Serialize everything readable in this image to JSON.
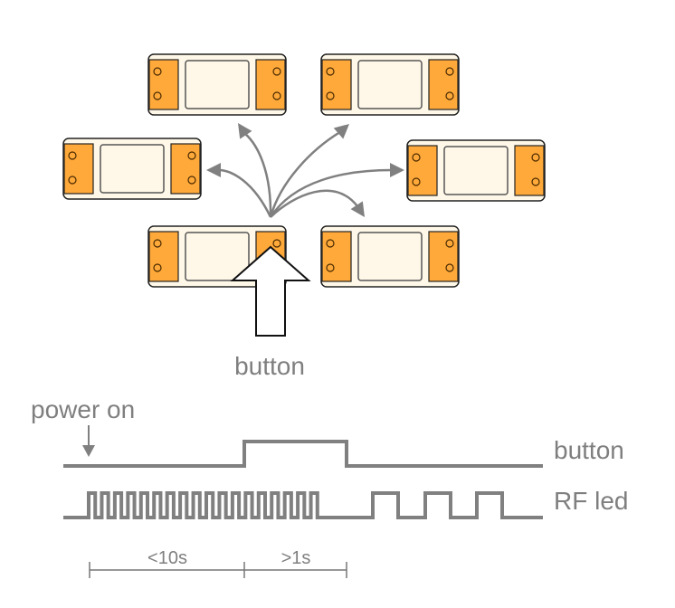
{
  "colors": {
    "terminal": "#FFA93A",
    "body": "#FFF8E8",
    "outline": "#222222",
    "signal": "#808080",
    "text": "#7f7f7f"
  },
  "devices": [
    {
      "id": "top-left",
      "role": "target"
    },
    {
      "id": "top-right",
      "role": "target"
    },
    {
      "id": "middle-left",
      "role": "target"
    },
    {
      "id": "middle-right",
      "role": "target"
    },
    {
      "id": "bottom-left",
      "role": "source",
      "has_button": true
    },
    {
      "id": "bottom-right",
      "role": "target"
    }
  ],
  "broadcast_arrows": [
    "top-left",
    "top-right",
    "middle-left",
    "middle-right",
    "bottom-right"
  ],
  "labels": {
    "button_pointer": "button",
    "power_on": "power on",
    "signal_button": "button",
    "signal_rf_led": "RF led",
    "interval_1": "<10s",
    "interval_2": ">1s"
  },
  "signals": {
    "button": {
      "name": "button",
      "pattern": "low until 10s window ends, high for >1s, then low"
    },
    "rf_led": {
      "name": "RF led",
      "fast_pulses": 18,
      "slow_pulses": 3
    }
  }
}
